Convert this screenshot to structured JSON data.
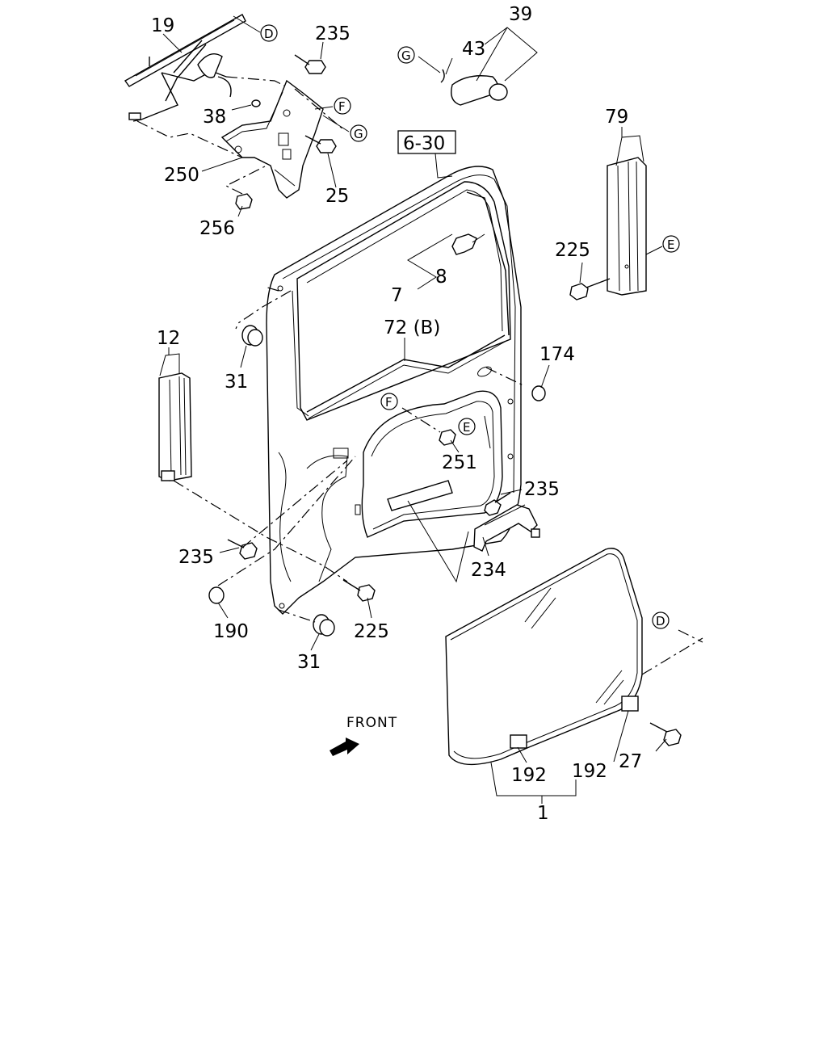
{
  "parts": {
    "p19": "19",
    "p235_top": "235",
    "p39": "39",
    "p43": "43",
    "p38": "38",
    "p250": "250",
    "p25": "25",
    "p256": "256",
    "p6_30": "6-30",
    "p79": "79",
    "p225_right": "225",
    "p8": "8",
    "p7": "7",
    "p72b": "72 (B)",
    "p12": "12",
    "p31_upper": "31",
    "p174": "174",
    "p251": "251",
    "p235_mid": "235",
    "p234": "234",
    "p235_left": "235",
    "p190": "190",
    "p225_bottom": "225",
    "p31_lower": "31",
    "p192_left": "192",
    "p192_right": "192",
    "p27": "27",
    "p1": "1"
  },
  "callouts": {
    "D": "D",
    "E": "E",
    "F": "F",
    "G": "G"
  },
  "front_label": "FRONT"
}
